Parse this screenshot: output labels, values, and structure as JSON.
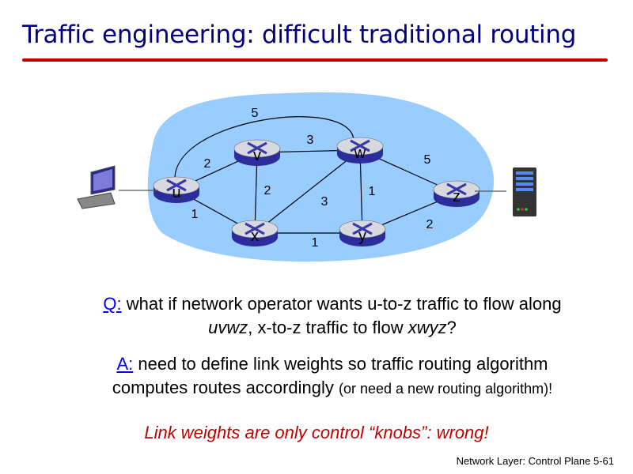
{
  "title": "Traffic engineering: difficult traditional routing",
  "network": {
    "nodes": [
      "u",
      "v",
      "w",
      "x",
      "y",
      "z"
    ],
    "links": [
      {
        "a": "u",
        "b": "v",
        "weight": "2"
      },
      {
        "a": "u",
        "b": "x",
        "weight": "1"
      },
      {
        "a": "u",
        "b": "w",
        "weight": "5"
      },
      {
        "a": "v",
        "b": "w",
        "weight": "3"
      },
      {
        "a": "v",
        "b": "x",
        "weight": "2"
      },
      {
        "a": "x",
        "b": "w",
        "weight": "3"
      },
      {
        "a": "x",
        "b": "y",
        "weight": "1"
      },
      {
        "a": "w",
        "b": "y",
        "weight": "1"
      },
      {
        "a": "w",
        "b": "z",
        "weight": "5"
      },
      {
        "a": "y",
        "b": "z",
        "weight": "2"
      }
    ]
  },
  "question": {
    "prefix": "Q:",
    "line1": " what if network operator wants u-to-z traffic to flow along",
    "line2a": "uvwz",
    "line2b": ", x-to-z traffic to flow ",
    "line2c": "xwyz",
    "line2d": "?"
  },
  "answer": {
    "prefix": "A:",
    "line1": " need to define link weights so traffic routing algorithm",
    "line2": "computes routes accordingly ",
    "line2small": "(or need a new routing algorithm)!"
  },
  "conclusion": "Link weights are only control “knobs”: wrong!",
  "footer": "Network Layer: Control Plane  5-61"
}
